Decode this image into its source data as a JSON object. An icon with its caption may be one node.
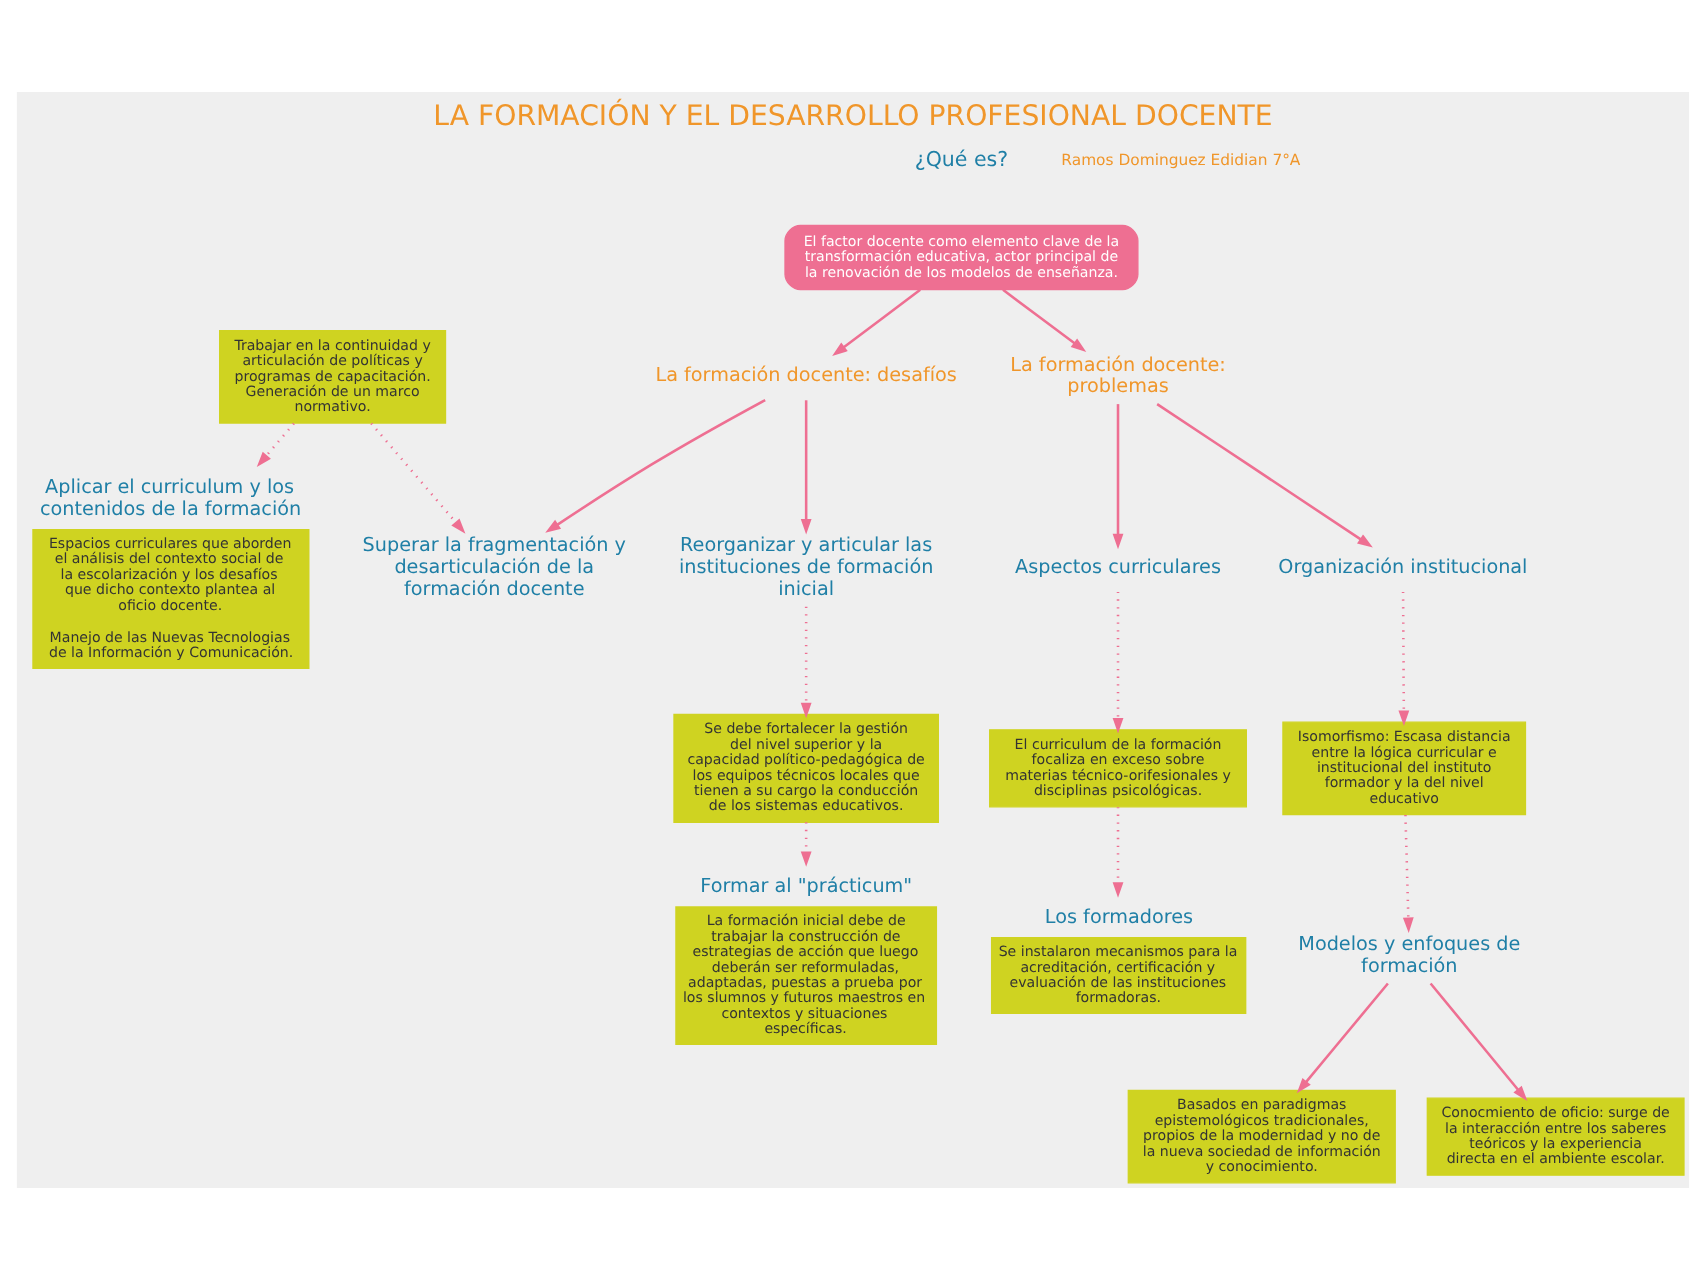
{
  "diagram": {
    "title": "LA FORMACIÓN Y EL DESARROLLO PROFESIONAL DOCENTE",
    "nodes": [
      {
        "text": [
          "¿Qué es?",
          "El factor docente como elemento clave de la transformación educativa, actor principal de la renovación de los modelos de enseñanza."
        ]
      },
      {
        "text": [
          "La formación docente: problemas"
        ]
      },
      {
        "text": [
          "La formación docente: desafíos"
        ]
      },
      {
        "text": [
          "Organización institucional"
        ]
      },
      {
        "text": [
          "Aspectos curriculares"
        ]
      },
      {
        "text": [
          "Isomorfismo: Escasa distancia entre la lógica curricular e institucional del instituto formador y la del nivel educativo"
        ]
      },
      {
        "text": [
          "El curriculum de la formación focaliza en exceso sobre materias técnico-orifesionales y disciplinas psicológicas."
        ]
      },
      {
        "text": [
          "Los formadores",
          "Se instalaron mecanismos para la acreditación, certificación y evaluación de las instituciones formadoras."
        ]
      },
      {
        "text": [
          "Modelos y enfoques de formación"
        ]
      },
      {
        "text": [
          "Basados en paradigmas epistemológicos tradicionales, propios de la modernidad y no de la nueva sociedad de información y conocimiento."
        ]
      },
      {
        "text": [
          "Conocmiento de oficio: surge de la interacción entre los saberes teóricos y la experiencia directa en el ambiente escolar."
        ]
      },
      {
        "text": [
          "Reorganizar y articular las instituciones de formación inicial"
        ]
      },
      {
        "text": [
          "Superar la fragmentación y desarticulación de la formación docente"
        ]
      },
      {
        "text": [
          "Se debe fortalecer la gestión del nivel superior y la capacidad político-pedagógica de los equipos técnicos locales que tienen a su cargo la conducción de los sistemas educativos."
        ]
      },
      {
        "text": [
          "Trabajar en la continuidad y articulación de políticas y programas de capacitación. Generación de un marco normativo."
        ]
      },
      {
        "text": [
          "Formar al \"prácticum\"",
          "La formación inicial debe de trabajar la construcción de estrategias de acción que luego deberán ser reformuladas, adaptadas, puestas a prueba por los slumnos y futuros maestros en contextos y situaciones específicas."
        ]
      },
      {
        "text": [
          "Aplicar el curriculum y los contenidos de la formación",
          "Espacios curriculares que aborden el análisis del contexto social de la escolarización y los desafíos que dicho contexto plantea al oficio docente.",
          "Manejo de las Nuevas Tecnologias de la Información y Comunicación."
        ]
      }
    ],
    "edges": [
      {
        "from": 0,
        "to": 1,
        "arrow": "to"
      },
      {
        "from": 0,
        "to": 2,
        "arrow": "to"
      },
      {
        "from": 1,
        "to": 3,
        "arrow": "to"
      },
      {
        "from": 1,
        "to": 4,
        "arrow": "to"
      },
      {
        "from": 3,
        "to": 5,
        "arrow": "to",
        "style": "dashed"
      },
      {
        "from": 4,
        "to": 6,
        "arrow": "to",
        "style": "dashed"
      },
      {
        "from": 6,
        "to": 7,
        "arrow": "to",
        "style": "dashed"
      },
      {
        "from": 5,
        "to": 8,
        "arrow": "to",
        "style": "dashed"
      },
      {
        "from": 8,
        "to": 9,
        "arrow": "to"
      },
      {
        "from": 8,
        "to": 10,
        "arrow": "to"
      },
      {
        "from": 2,
        "to": 11,
        "arrow": "to"
      },
      {
        "from": 2,
        "to": 12,
        "arrow": "to"
      },
      {
        "from": 11,
        "to": 13,
        "arrow": "to",
        "style": "dashed"
      },
      {
        "from": 14,
        "to": 12,
        "arrow": "to",
        "style": "dashed"
      },
      {
        "from": 13,
        "to": 15,
        "arrow": "to",
        "style": "dashed"
      },
      {
        "from": 14,
        "to": 16,
        "arrow": "to",
        "style": "dashed"
      }
    ],
    "labels": [
      "Ramos Dominguez Edidian 7°A"
    ]
  }
}
